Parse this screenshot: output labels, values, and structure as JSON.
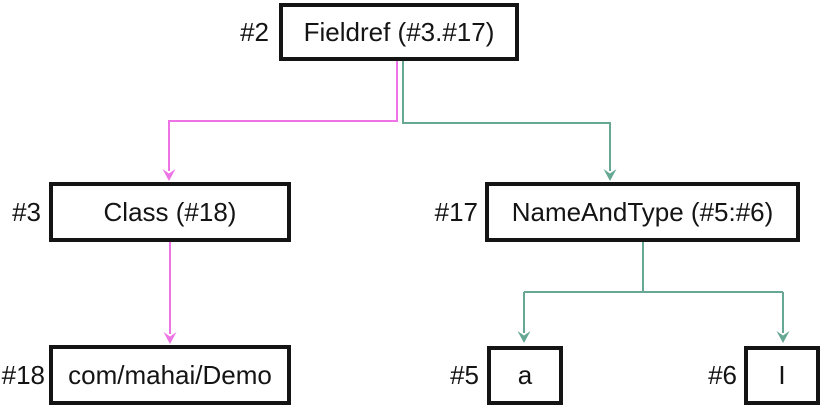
{
  "diagram_type": "constant-pool-reference-tree",
  "nodes": {
    "fieldref": {
      "ref": "#2",
      "text": "Fieldref (#3.#17)"
    },
    "class": {
      "ref": "#3",
      "text": "Class (#18)"
    },
    "nameAndType": {
      "ref": "#17",
      "text": "NameAndType (#5:#6)"
    },
    "className": {
      "ref": "#18",
      "text": "com/mahai/Demo"
    },
    "fieldName": {
      "ref": "#5",
      "text": "a"
    },
    "descriptor": {
      "ref": "#6",
      "text": "I"
    }
  },
  "edges": [
    {
      "from": "fieldref",
      "to": "class",
      "color": "pink"
    },
    {
      "from": "fieldref",
      "to": "nameAndType",
      "color": "teal"
    },
    {
      "from": "class",
      "to": "className",
      "color": "pink"
    },
    {
      "from": "nameAndType",
      "to": "fieldName",
      "color": "teal"
    },
    {
      "from": "nameAndType",
      "to": "descriptor",
      "color": "teal"
    }
  ],
  "colors": {
    "pink": "#ee74e6",
    "teal": "#66a894",
    "border": "#141414",
    "text": "#141414",
    "background": "#ffffff"
  }
}
